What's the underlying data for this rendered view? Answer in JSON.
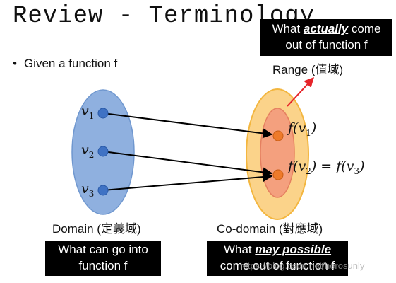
{
  "slide": {
    "title": "Review - Terminology",
    "bullet": "Given a function f"
  },
  "callouts": {
    "actual": {
      "line1_pre": "What ",
      "line1_emph": "actually",
      "line1_post": " come",
      "line2": "out of function f"
    },
    "into": {
      "line1": "What can go into",
      "line2": "function f"
    },
    "may": {
      "line1_pre": "What ",
      "line1_emph": "may possible",
      "line2": "come out of function f"
    }
  },
  "labels": {
    "range": "Range (值域)",
    "domain": "Domain (定義域)",
    "codomain": "Co-domain (對應域)"
  },
  "math": {
    "v1": {
      "base": "v",
      "sub": "1"
    },
    "v2": {
      "base": "v",
      "sub": "2"
    },
    "v3": {
      "base": "v",
      "sub": "3"
    },
    "fv1": {
      "pre": "f(v",
      "sub": "1",
      "post": ")"
    },
    "fv2": {
      "pre": "f(v",
      "sub": "2",
      "mid": ") = f(v",
      "sub2": "3",
      "post": ")"
    }
  },
  "watermark": "https://blog.csdn.net/herosunly",
  "colors": {
    "domain_fill": "#8fb0df",
    "domain_stroke": "#6f97cf",
    "point_blue": "#3f72c4",
    "codomain_fill": "#fbd38a",
    "codomain_stroke": "#f3b63f",
    "range_fill": "#f4a07e",
    "range_stroke": "#e58060",
    "point_orange": "#ee7a2a",
    "pointer_arrow": "#e6242a",
    "callout_bg": "#000000"
  }
}
